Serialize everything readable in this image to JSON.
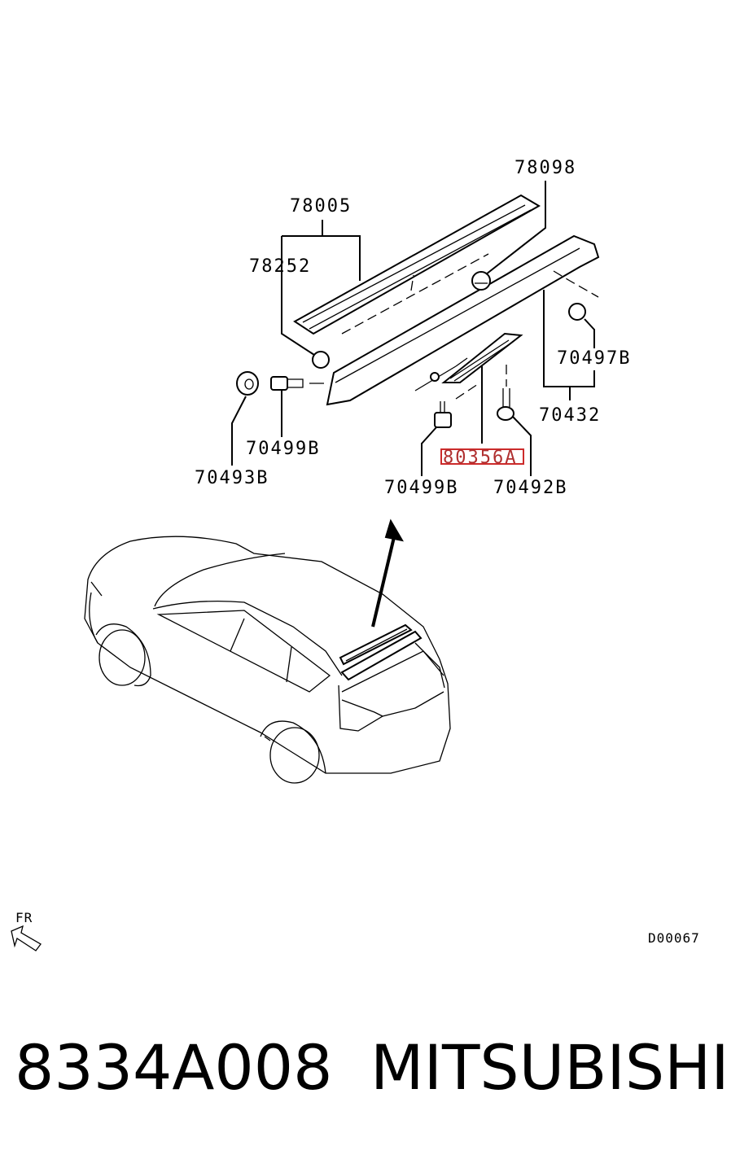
{
  "diagram": {
    "labels": {
      "p78098": "78098",
      "p78005": "78005",
      "p78252": "78252",
      "p70497B": "70497B",
      "p70432": "70432",
      "p70499B_left": "70499B",
      "p70493B": "70493B",
      "p80356A": "80356A",
      "p70499B_center": "70499B",
      "p70492B": "70492B"
    },
    "front_indicator": "FR",
    "diagram_code": "D00067",
    "highlight_color": "#cc2b2b"
  },
  "footer": {
    "part_number": "8334A008",
    "brand": "MITSUBISHI"
  }
}
